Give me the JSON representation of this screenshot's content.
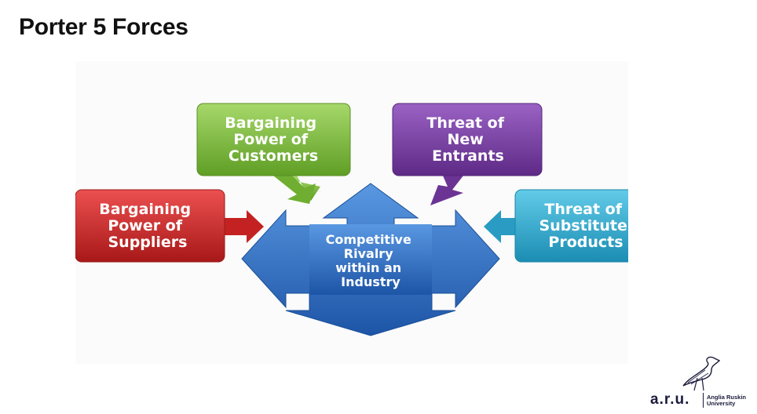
{
  "slide": {
    "title": "Porter 5 Forces"
  },
  "diagram": {
    "center": [
      "Competitive",
      "Rivalry",
      "within an",
      "Industry"
    ],
    "customers": [
      "Bargaining",
      "Power of",
      "Customers"
    ],
    "new_entrants": [
      "Threat of",
      "New",
      "Entrants"
    ],
    "suppliers": [
      "Bargaining",
      "Power of",
      "Suppliers"
    ],
    "substitutes": [
      "Threat of",
      "Substitute",
      "Products"
    ],
    "colors": {
      "green": "#7dbb3b",
      "purple": "#7a3fa3",
      "red": "#cf2a2a",
      "teal": "#33a9cc",
      "blue": "#2f6fc0"
    }
  },
  "logo": {
    "text": "a.r.u.",
    "university_line1": "Anglia Ruskin",
    "university_line2": "University"
  }
}
